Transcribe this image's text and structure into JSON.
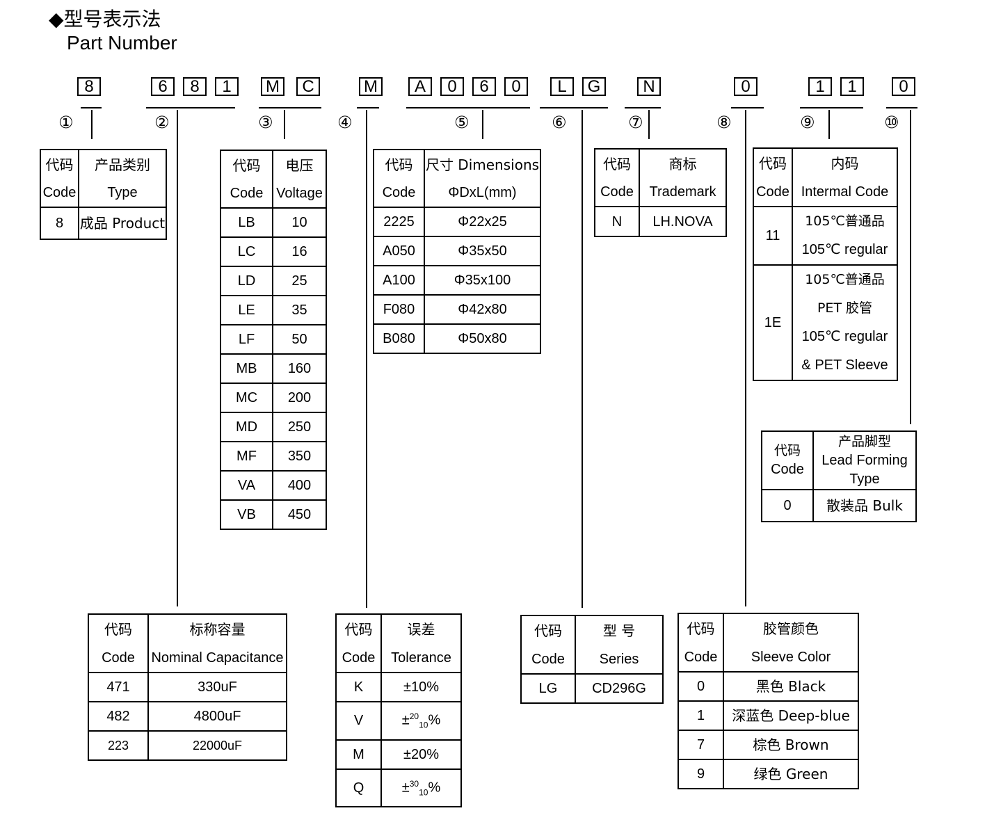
{
  "header": {
    "title_cn": "◆型号表示法",
    "title_en": "Part Number"
  },
  "code_chars": [
    "8",
    "6",
    "8",
    "1",
    "M",
    "C",
    "M",
    "A",
    "0",
    "6",
    "0",
    "L",
    "G",
    "N",
    "0",
    "1",
    "1",
    "0"
  ],
  "markers": [
    "①",
    "②",
    "③",
    "④",
    "⑤",
    "⑥",
    "⑦",
    "⑧",
    "⑨",
    "⑩"
  ],
  "t1": {
    "h1": [
      "代码",
      "产品类别"
    ],
    "h2": [
      "Code",
      "Type"
    ],
    "rows": [
      [
        "8",
        "成品 Product"
      ]
    ]
  },
  "t3": {
    "h1": [
      "代码",
      "电压"
    ],
    "h2": [
      "Code",
      "Voltage"
    ],
    "rows": [
      [
        "LB",
        "10"
      ],
      [
        "LC",
        "16"
      ],
      [
        "LD",
        "25"
      ],
      [
        "LE",
        "35"
      ],
      [
        "LF",
        "50"
      ],
      [
        "MB",
        "160"
      ],
      [
        "MC",
        "200"
      ],
      [
        "MD",
        "250"
      ],
      [
        "MF",
        "350"
      ],
      [
        "VA",
        "400"
      ],
      [
        "VB",
        "450"
      ]
    ]
  },
  "t5": {
    "h1": [
      "代码",
      "尺寸 Dimensions"
    ],
    "h2": [
      "Code",
      "ΦDxL(mm)"
    ],
    "rows": [
      [
        "2225",
        "Φ22x25"
      ],
      [
        "A050",
        "Φ35x50"
      ],
      [
        "A100",
        "Φ35x100"
      ],
      [
        "F080",
        "Φ42x80"
      ],
      [
        "B080",
        "Φ50x80"
      ]
    ]
  },
  "t7": {
    "h1": [
      "代码",
      "商标"
    ],
    "h2": [
      "Code",
      "Trademark"
    ],
    "rows": [
      [
        "N",
        "LH.NOVA"
      ]
    ]
  },
  "t9": {
    "h1": [
      "代码",
      "内码"
    ],
    "h2": [
      "Code",
      "Intermal Code"
    ],
    "r1": {
      "code": "11",
      "lines": [
        "105℃普通品",
        "105℃ regular"
      ]
    },
    "r2": {
      "code": "1E",
      "lines": [
        "105℃普通品",
        "PET 胶管",
        "105℃ regular",
        "& PET Sleeve"
      ]
    }
  },
  "t10": {
    "h_code": [
      "代码",
      "Code"
    ],
    "h_type": [
      "产品脚型",
      "Lead Forming",
      "Type"
    ],
    "rows": [
      [
        "0",
        "散装品 Bulk"
      ]
    ]
  },
  "t2": {
    "h1": [
      "代码",
      "标称容量"
    ],
    "h2": [
      "Code",
      "Nominal Capacitance"
    ],
    "rows": [
      [
        "471",
        "330uF"
      ],
      [
        "482",
        "4800uF"
      ],
      [
        "223",
        "22000uF"
      ]
    ]
  },
  "t4": {
    "h1": [
      "代码",
      "误差"
    ],
    "h2": [
      "Code",
      "Tolerance"
    ],
    "rows": [
      [
        "K",
        "±10%"
      ],
      [
        "V",
        ""
      ],
      [
        "M",
        "±20%"
      ],
      [
        "Q",
        ""
      ]
    ],
    "tol_v": {
      "pm": "±",
      "sup": "20",
      "sub": "10",
      "pct": "%"
    },
    "tol_q": {
      "pm": "±",
      "sup": "30",
      "sub": "10",
      "pct": "%"
    }
  },
  "t6": {
    "h1": [
      "代码",
      "型 号"
    ],
    "h2": [
      "Code",
      "Series"
    ],
    "rows": [
      [
        "LG",
        "CD296G"
      ]
    ]
  },
  "t8": {
    "h1": [
      "代码",
      "胶管颜色"
    ],
    "h2": [
      "Code",
      "Sleeve Color"
    ],
    "rows": [
      [
        "0",
        "黑色 Black"
      ],
      [
        "1",
        "深蓝色 Deep-blue"
      ],
      [
        "7",
        "棕色 Brown"
      ],
      [
        "9",
        "绿色 Green"
      ]
    ]
  }
}
